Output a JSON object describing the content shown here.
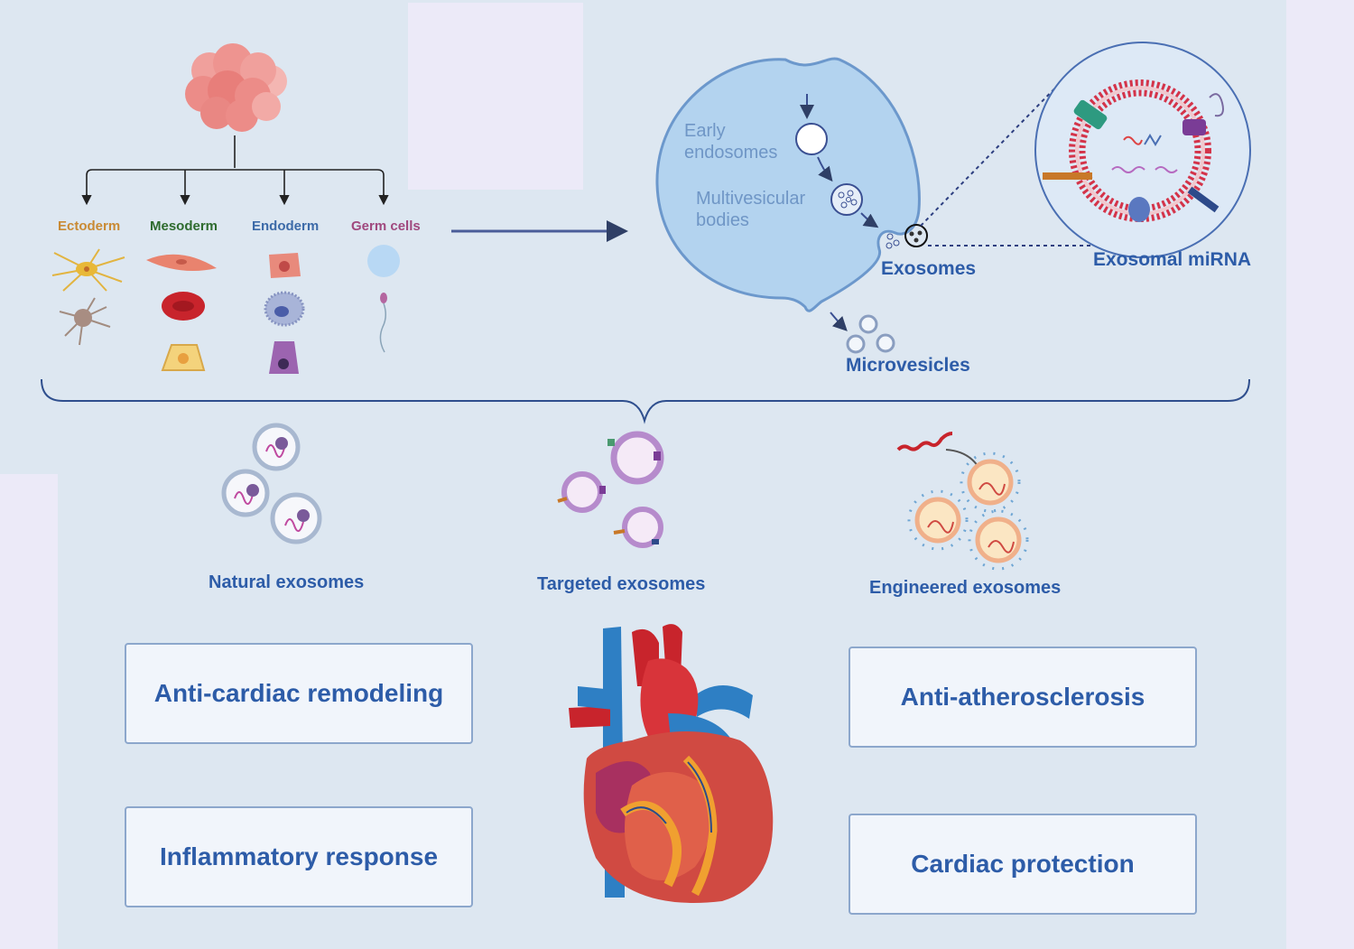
{
  "germ_layers": {
    "ectoderm": "Ectoderm",
    "mesoderm": "Mesoderm",
    "endoderm": "Endoderm",
    "germ_cells": "Germ cells"
  },
  "cell_pathway": {
    "early_endosomes_line1": "Early",
    "early_endosomes_line2": "endosomes",
    "mvb_line1": "Multivesicular",
    "mvb_line2": "bodies",
    "exosomes": "Exosomes",
    "microvesicles": "Microvesicles",
    "exosomal_mirna": "Exosomal miRNA"
  },
  "exosome_types": {
    "natural": "Natural exosomes",
    "targeted": "Targeted exosomes",
    "engineered": "Engineered exosomes"
  },
  "effects": {
    "anti_remodeling": "Anti-cardiac remodeling",
    "inflammatory": "Inflammatory response",
    "anti_atherosclerosis": "Anti-atherosclerosis",
    "cardiac_protection": "Cardiac protection"
  },
  "colors": {
    "panel_bg": "#dde7f1",
    "title_blue": "#2d5ca8",
    "ectoderm": "#c98a34",
    "mesoderm": "#2e6b2e",
    "endoderm": "#3c6aa8",
    "germ_cells": "#a0487e",
    "heart_red": "#d8343a",
    "vessel_blue": "#2e7fc4"
  }
}
